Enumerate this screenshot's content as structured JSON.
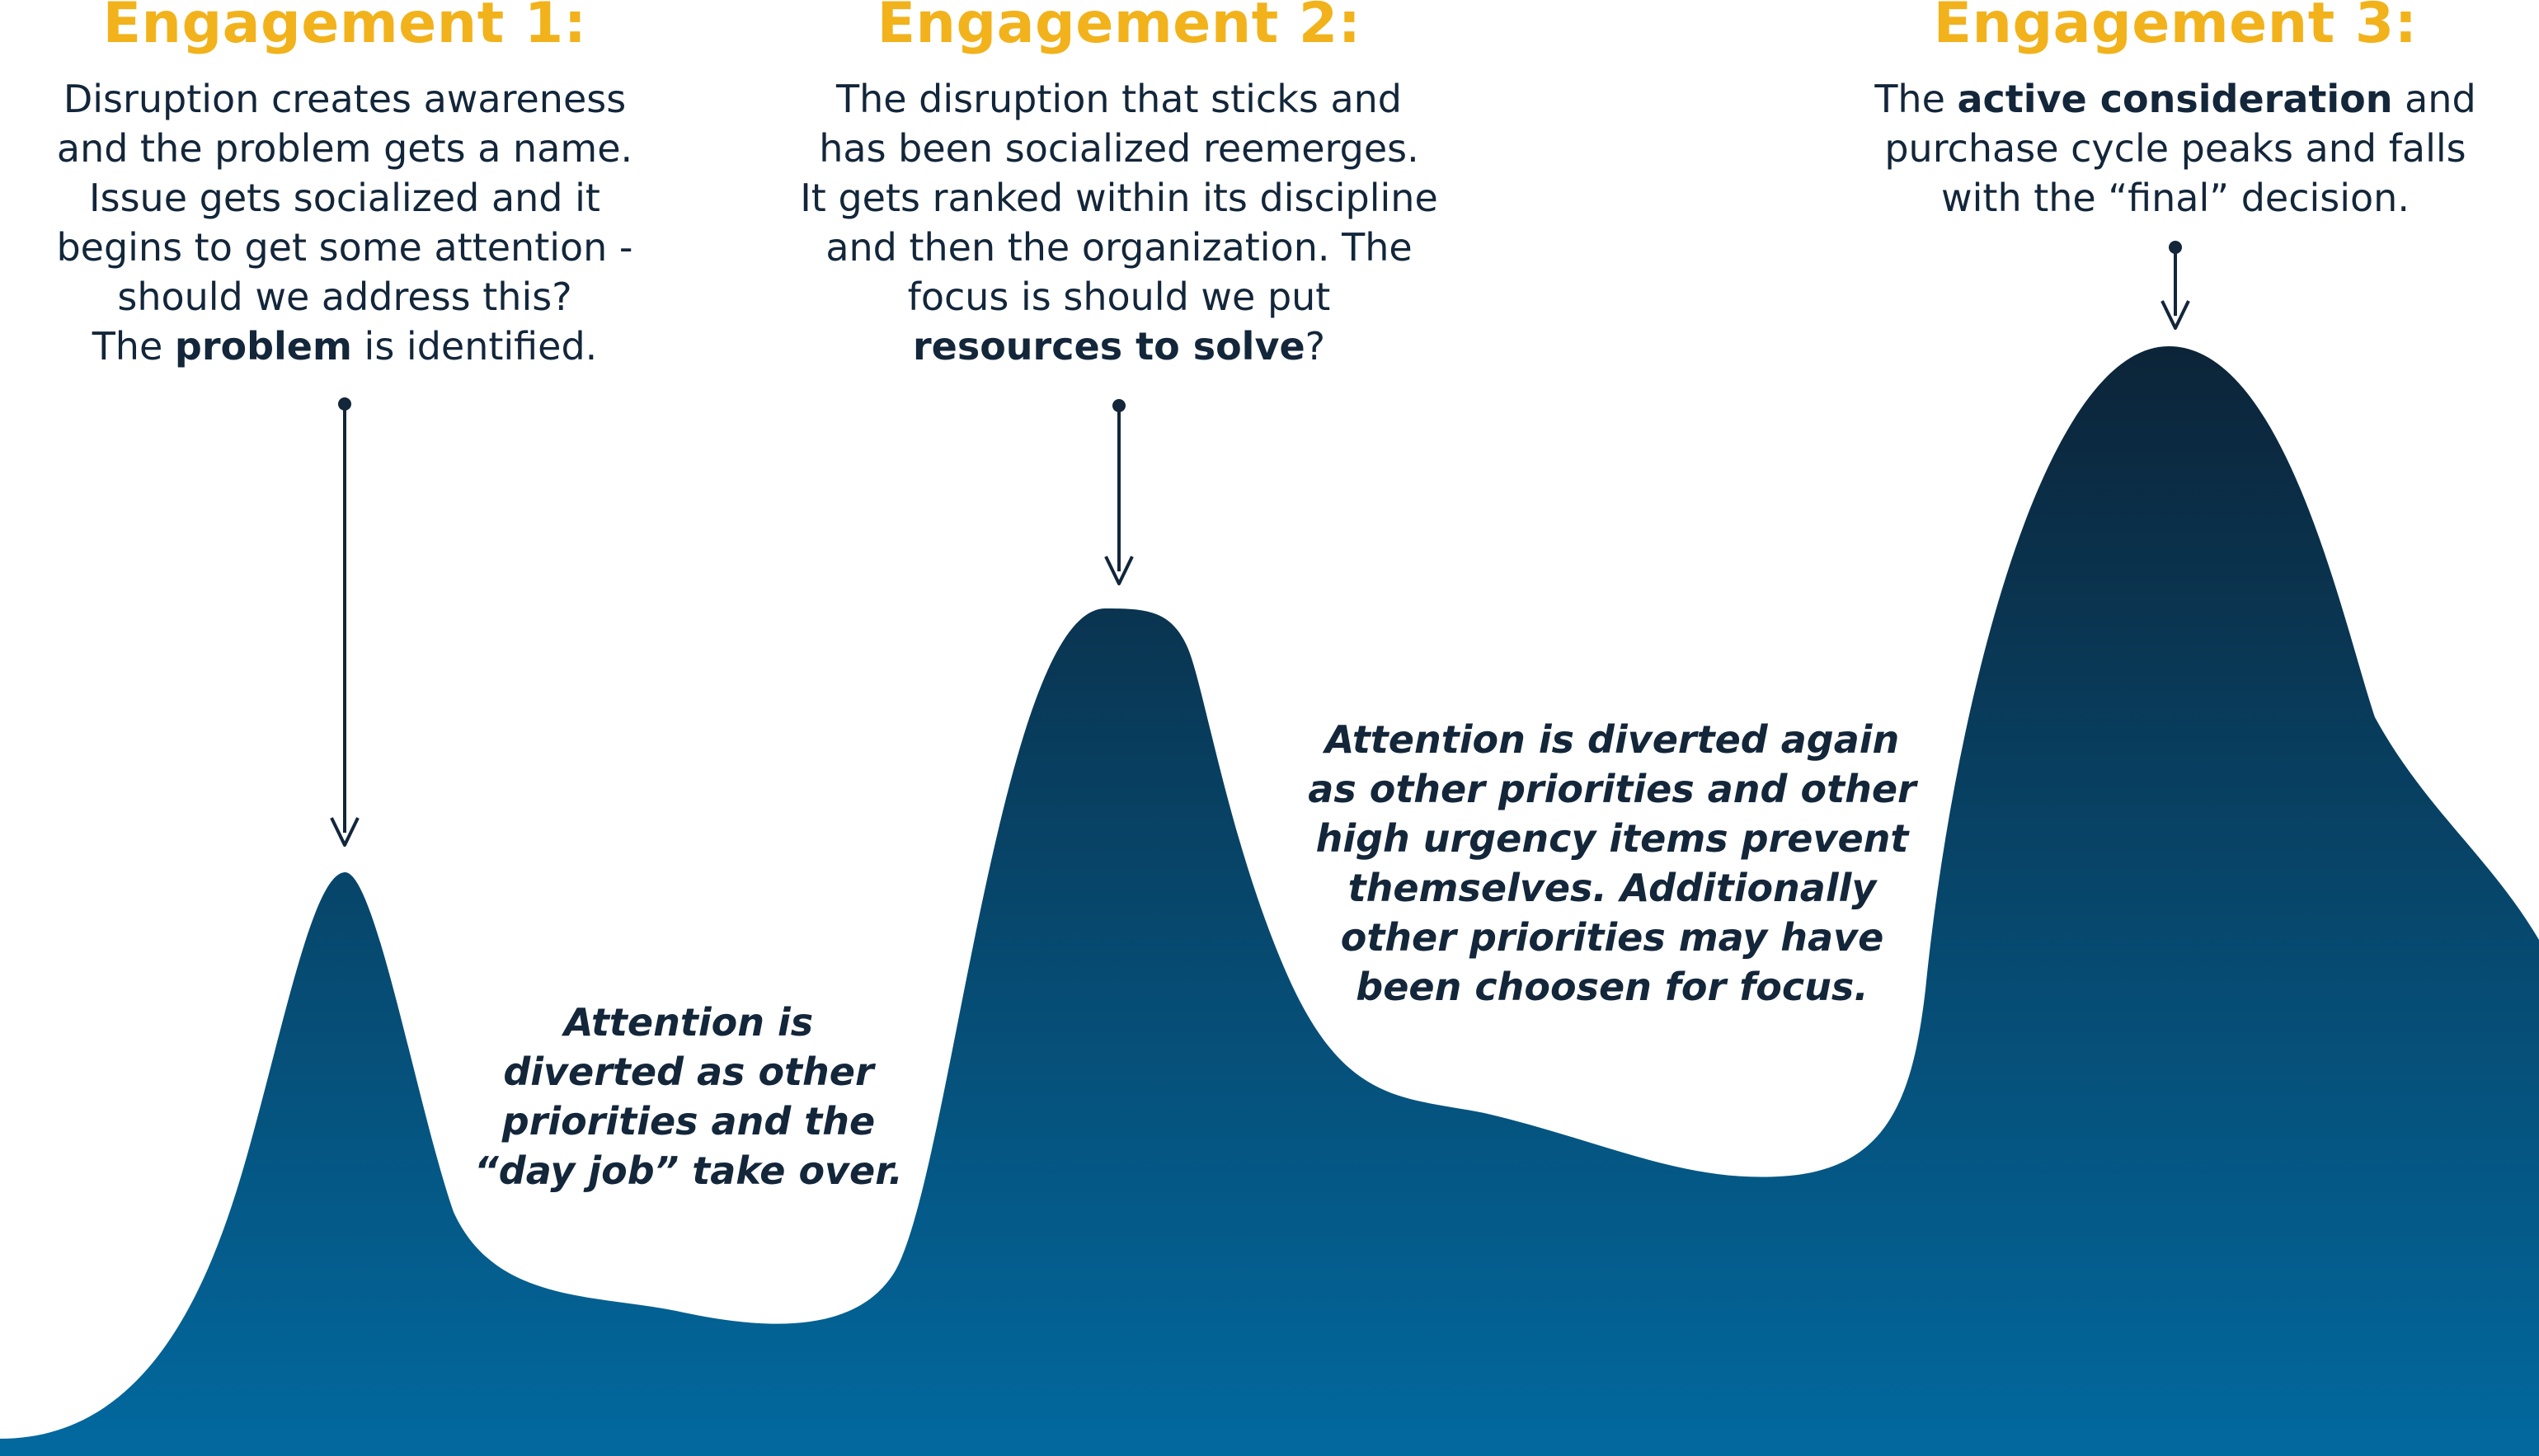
{
  "colors": {
    "heading": "#f2b21b",
    "text": "#13263a",
    "mountain_top": "#0c2438",
    "mountain_bottom": "#02699f",
    "arrow": "#13263a"
  },
  "engagements": [
    {
      "heading": "Engagement 1:",
      "lines": [
        "Disruption creates awareness",
        "and the problem gets a name.",
        "Issue gets socialized and it",
        "begins to get some attention -",
        "should we address this?"
      ],
      "last_pre": "The ",
      "last_bold": "problem",
      "last_post": " is identified."
    },
    {
      "heading": "Engagement 2:",
      "lines": [
        "The disruption that sticks and",
        "has been socialized reemerges.",
        "It gets ranked within its discipline",
        "and then the organization. The",
        "focus is should we put"
      ],
      "last_bold": "resources to solve",
      "last_post": "?"
    },
    {
      "heading": "Engagement 3:",
      "line1_pre": "The ",
      "line1_bold": "active consideration",
      "line1_post": " and",
      "lines": [
        "purchase cycle peaks and falls",
        "with the “final” decision."
      ]
    }
  ],
  "notes": [
    {
      "lines": [
        "Attention is",
        "diverted as other",
        "priorities and the",
        "“day job” take over."
      ]
    },
    {
      "lines": [
        "Attention is diverted again",
        "as other priorities and other",
        "high urgency items prevent",
        "themselves. Additionally",
        "other priorities may have",
        "been choosen for focus."
      ]
    }
  ]
}
